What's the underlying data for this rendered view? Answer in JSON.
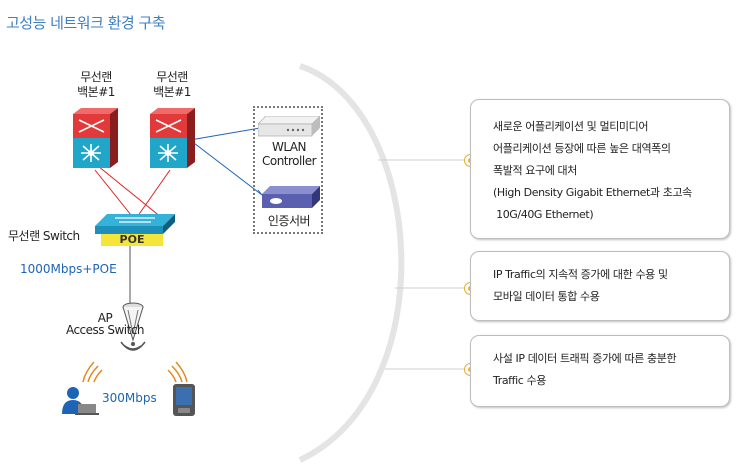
{
  "title": "고성능 네트워크 환경 구축",
  "network": {
    "backbone1_label": "무선랜\n백본#1",
    "backbone2_label": "무선랜\n백본#1",
    "wlan_controller_label": "WLAN\nController",
    "auth_server_label": "인증서버",
    "switch_label": "무선랜 Switch",
    "poe_label": "POE",
    "speed_label": "1000Mbps+POE",
    "ap_label": "AP\nAccess Switch",
    "client_speed_label": "300Mbps"
  },
  "panels": [
    {
      "lines": [
        "새로운 어플리케이션 및 멀티미디어",
        "어플리케이션 등장에 따른 높은 대역폭의",
        "폭발적 요구에 대처",
        "(High Density Gigabit Ethernet과 초고속",
        " 10G/40G Ethernet)"
      ]
    },
    {
      "lines": [
        "IP Traffic의 지속적 증가에 대한 수용 및",
        "모바일 데이터 통합 수용"
      ]
    },
    {
      "lines": [
        "사설 IP 데이터 트래픽 증가에 따른 충분한",
        "Traffic 수용"
      ]
    }
  ],
  "colors": {
    "title": "#3d7fc1",
    "link_red": "#e02020",
    "link_blue": "#1d64b5",
    "bullet": "#f2b62d"
  }
}
